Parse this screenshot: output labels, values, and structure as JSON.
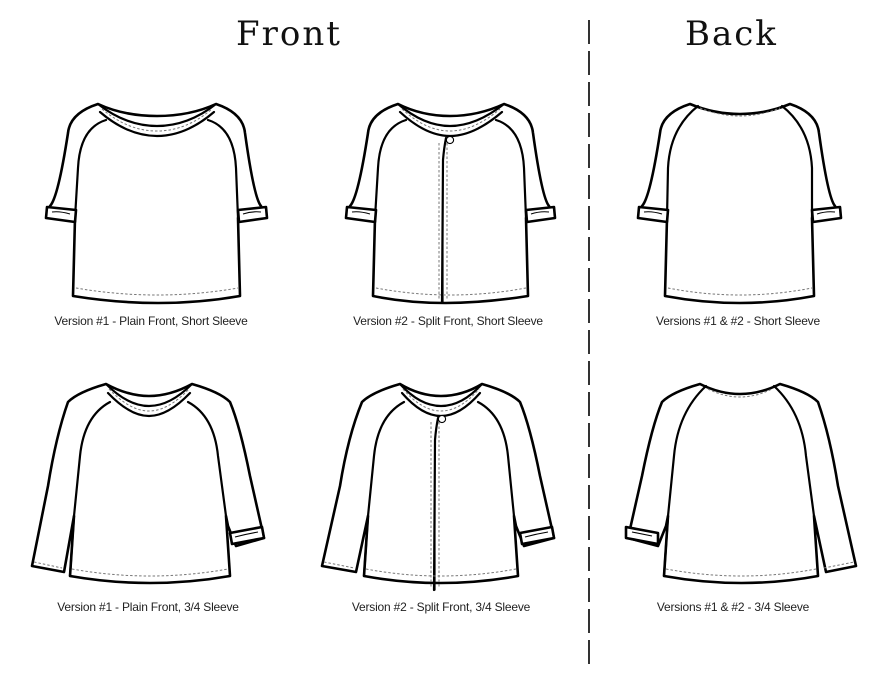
{
  "headings": {
    "front": "Front",
    "back": "Back"
  },
  "divider": {
    "style": "dashed-vertical",
    "color": "#000000"
  },
  "garments": [
    {
      "id": "v1-short",
      "view": "front",
      "front_style": "plain",
      "sleeve": "short",
      "caption": "Version #1 - Plain Front, Short Sleeve"
    },
    {
      "id": "v2-short",
      "view": "front",
      "front_style": "split",
      "sleeve": "short",
      "caption": "Version #2 - Split Front, Short Sleeve"
    },
    {
      "id": "back-short",
      "view": "back",
      "front_style": "none",
      "sleeve": "short",
      "caption": "Versions #1 &  #2 - Short Sleeve"
    },
    {
      "id": "v1-34",
      "view": "front",
      "front_style": "plain",
      "sleeve": "3/4",
      "caption": "Version #1 - Plain Front, 3/4 Sleeve"
    },
    {
      "id": "v2-34",
      "view": "front",
      "front_style": "split",
      "sleeve": "3/4",
      "caption": "Version #2 - Split Front, 3/4 Sleeve"
    },
    {
      "id": "back-34",
      "view": "back",
      "front_style": "none",
      "sleeve": "3/4",
      "caption": "Versions #1 & #2 - 3/4 Sleeve"
    }
  ]
}
